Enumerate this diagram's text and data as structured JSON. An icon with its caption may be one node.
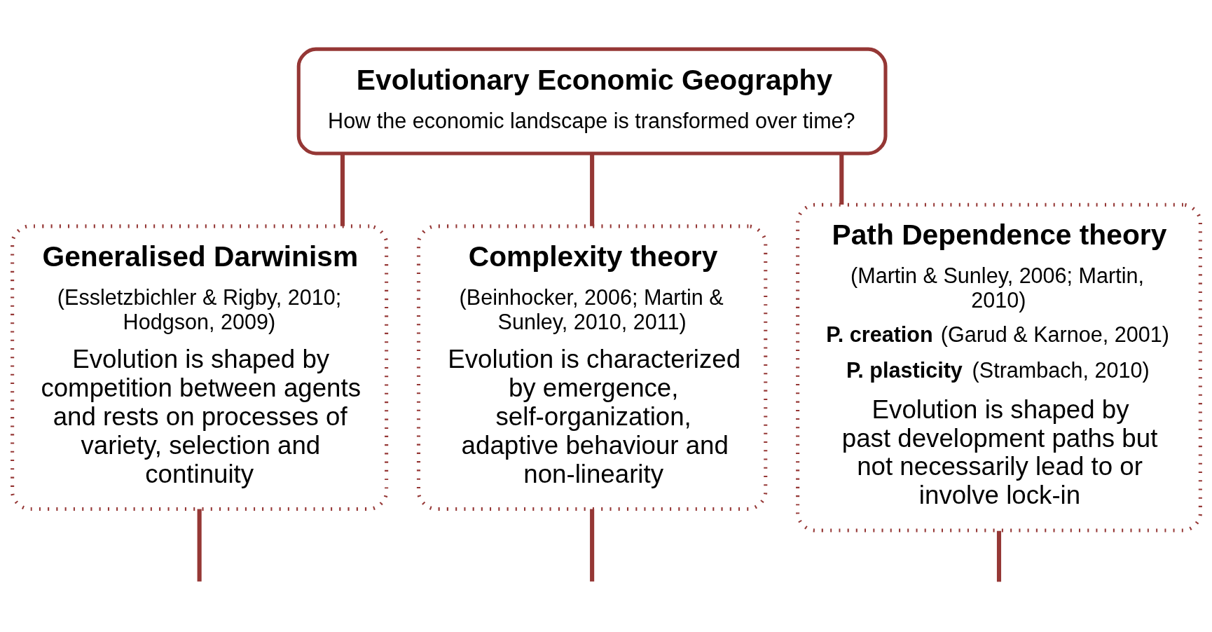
{
  "diagram": {
    "nodes": [
      {
        "text": [
          "Evolutionary Economic Geography",
          "How the economic landscape is transformed over time?"
        ]
      },
      {
        "text": [
          "Generalised Darwinism",
          "(Essletzbichler & Rigby, 2010; Hodgson, 2009)",
          "Evolution is shaped by competition between agents and rests on processes of variety, selection and continuity"
        ]
      },
      {
        "text": [
          "Complexity theory",
          "(Beinhocker, 2006; Martin & Sunley, 2010, 2011)",
          "Evolution is characterized by emergence, self-organization, adaptive behaviour and non-linearity"
        ]
      },
      {
        "text": [
          "Path Dependence theory",
          "(Martin & Sunley, 2006; Martin, 2010)",
          "**P. creation** (Garud & Karnoe, 2001)",
          "**P. plasticity** (Strambach, 2010)",
          "Evolution is shaped by past development paths but not necessarily lead to or involve lock-in"
        ]
      }
    ],
    "edges": [
      {
        "from": 0,
        "to": 1,
        "arrow": "none"
      },
      {
        "from": 0,
        "to": 2,
        "arrow": "none"
      },
      {
        "from": 0,
        "to": 3,
        "arrow": "none"
      },
      {
        "from": 1,
        "to": null,
        "arrow": "none"
      },
      {
        "from": 2,
        "to": null,
        "arrow": "none"
      },
      {
        "from": 3,
        "to": null,
        "arrow": "none"
      }
    ]
  }
}
